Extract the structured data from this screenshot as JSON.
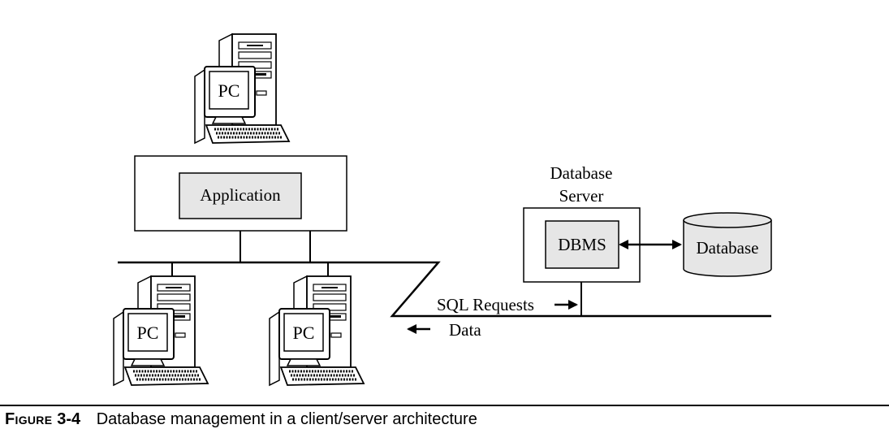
{
  "diagram": {
    "pc_label": "PC",
    "application_label": "Application",
    "database_server_label_line1": "Database",
    "database_server_label_line2": "Server",
    "dbms_label": "DBMS",
    "database_label": "Database",
    "sql_requests_label": "SQL Requests",
    "data_label": "Data",
    "colors": {
      "stroke": "#000000",
      "box_fill": "#ffffff",
      "inner_fill": "#e6e6e6",
      "screen_fill": "#ffffff"
    }
  },
  "caption": {
    "figure_label": "Figure",
    "figure_number": "3-4",
    "text": "Database management in a client/server architecture"
  }
}
